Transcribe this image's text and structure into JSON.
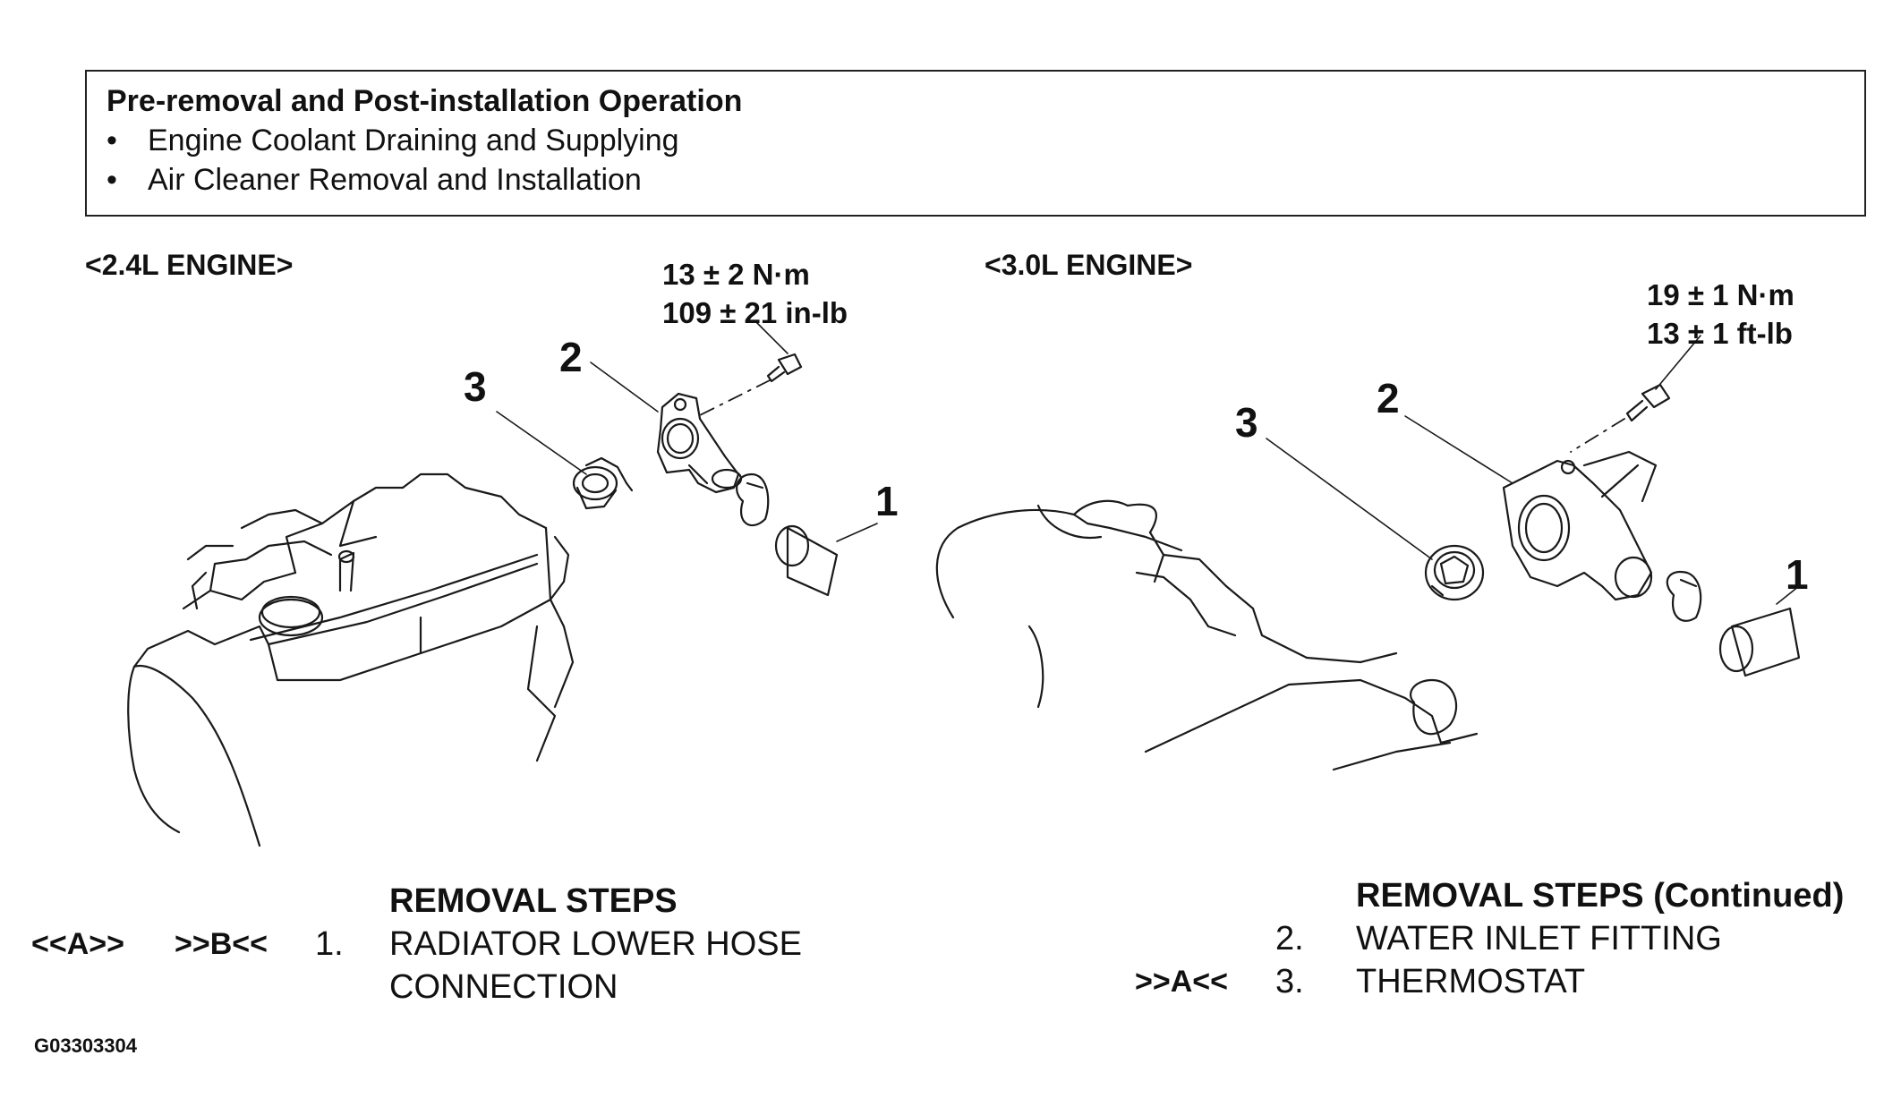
{
  "pre_removal": {
    "title": "Pre-removal and Post-installation Operation",
    "bullet": "•",
    "items": [
      "Engine Coolant Draining and Supplying",
      "Air Cleaner Removal and Installation"
    ]
  },
  "engine_24": {
    "label": "<2.4L ENGINE>",
    "torque_line1": "13 ± 2 N·m",
    "torque_line2": "109 ± 21 in-lb",
    "callouts": [
      "1",
      "2",
      "3"
    ]
  },
  "engine_30": {
    "label": "<3.0L ENGINE>",
    "torque_line1": "19 ± 1 N·m",
    "torque_line2": "13 ± 1 ft-lb",
    "callouts": [
      "1",
      "2",
      "3"
    ]
  },
  "removal_steps": {
    "title": "REMOVAL STEPS",
    "step1_code_a": "<<A>>",
    "step1_code_b": ">>B<<",
    "step1_num": "1.",
    "step1_line1": "RADIATOR LOWER HOSE",
    "step1_line2": "CONNECTION"
  },
  "removal_steps_continued": {
    "title": "REMOVAL STEPS (Continued)",
    "step2_num": "2.",
    "step2_text": "WATER INLET FITTING",
    "step3_code": ">>A<<",
    "step3_num": "3.",
    "step3_text": "THERMOSTAT"
  },
  "figure_id": "G03303304"
}
